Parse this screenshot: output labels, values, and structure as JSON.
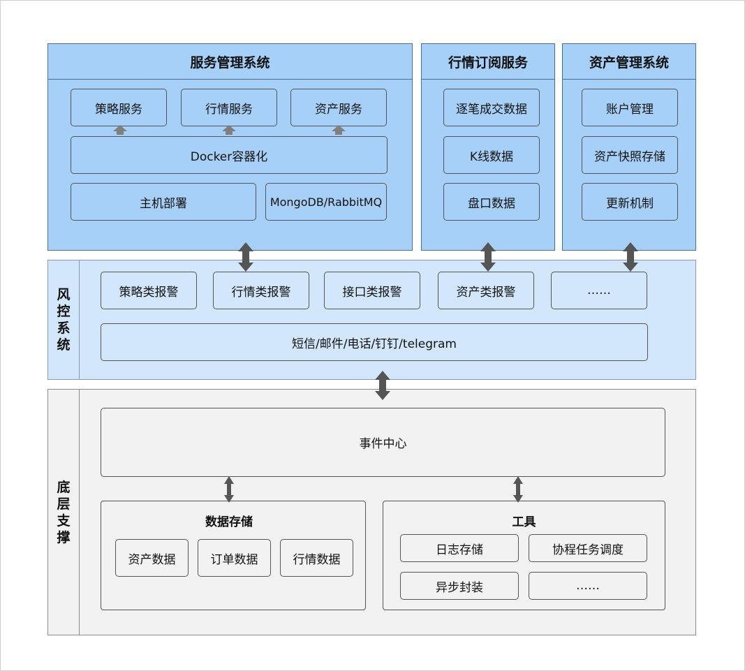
{
  "service_mgmt": {
    "title": "服务管理系统",
    "strategy_service": "策略服务",
    "market_service": "行情服务",
    "asset_service": "资产服务",
    "docker": "Docker容器化",
    "host_deploy": "主机部署",
    "mongo_rabbit": "MongoDB/RabbitMQ"
  },
  "market_sub": {
    "title": "行情订阅服务",
    "items": [
      "逐笔成交数据",
      "K线数据",
      "盘口数据"
    ]
  },
  "asset_mgmt": {
    "title": "资产管理系统",
    "items": [
      "账户管理",
      "资产快照存储",
      "更新机制"
    ]
  },
  "risk": {
    "label_chars": [
      "风",
      "控",
      "系",
      "统"
    ],
    "alerts": [
      "策略类报警",
      "行情类报警",
      "接口类报警",
      "资产类报警",
      "……"
    ],
    "channels": "短信/邮件/电话/钉钉/telegram"
  },
  "base": {
    "label_chars": [
      "底",
      "层",
      "支",
      "撑"
    ],
    "event_center": "事件中心",
    "storage": {
      "title": "数据存储",
      "items": [
        "资产数据",
        "订单数据",
        "行情数据"
      ]
    },
    "tools": {
      "title": "工具",
      "items": [
        "日志存储",
        "协程任务调度",
        "异步封装",
        "……"
      ]
    }
  },
  "colors": {
    "top_blue": "#a7d0f8",
    "risk_blue": "#d3e7fc",
    "base_gray": "#f2f2f2",
    "arrow_dark": "#555555",
    "arrow_gray": "#7f7f7f"
  }
}
